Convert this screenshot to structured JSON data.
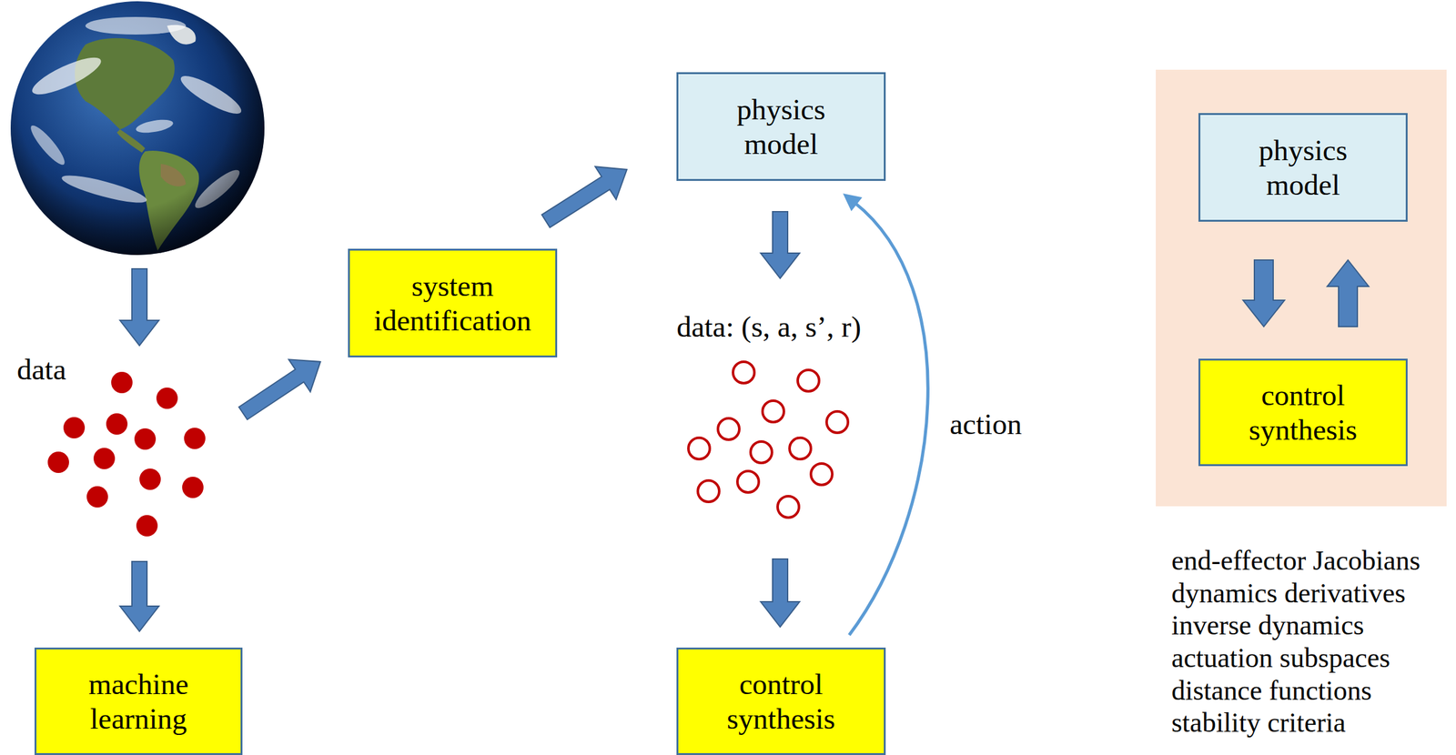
{
  "diagram": {
    "nodes": [
      {
        "text": [
          "machine learning"
        ]
      },
      {
        "text": [
          "system identification"
        ]
      },
      {
        "text": [
          "physics model"
        ]
      },
      {
        "text": [
          "control synthesis"
        ]
      },
      {
        "text": [
          "physics model"
        ]
      },
      {
        "text": [
          "control synthesis"
        ]
      }
    ],
    "edges": [
      {
        "from": 1,
        "to": 2,
        "arrow": "to"
      },
      {
        "from": 3,
        "to": 2,
        "label": "action",
        "arrow": "to"
      },
      {
        "from": 4,
        "to": 5,
        "arrow": "to"
      },
      {
        "from": 5,
        "to": 4,
        "arrow": "to"
      }
    ],
    "labels": [
      "data",
      "data: (s, a, s’, r)",
      "end-effector Jacobians",
      "dynamics derivatives",
      "inverse dynamics",
      "actuation subspaces",
      "distance functions",
      "stability criteria"
    ]
  }
}
